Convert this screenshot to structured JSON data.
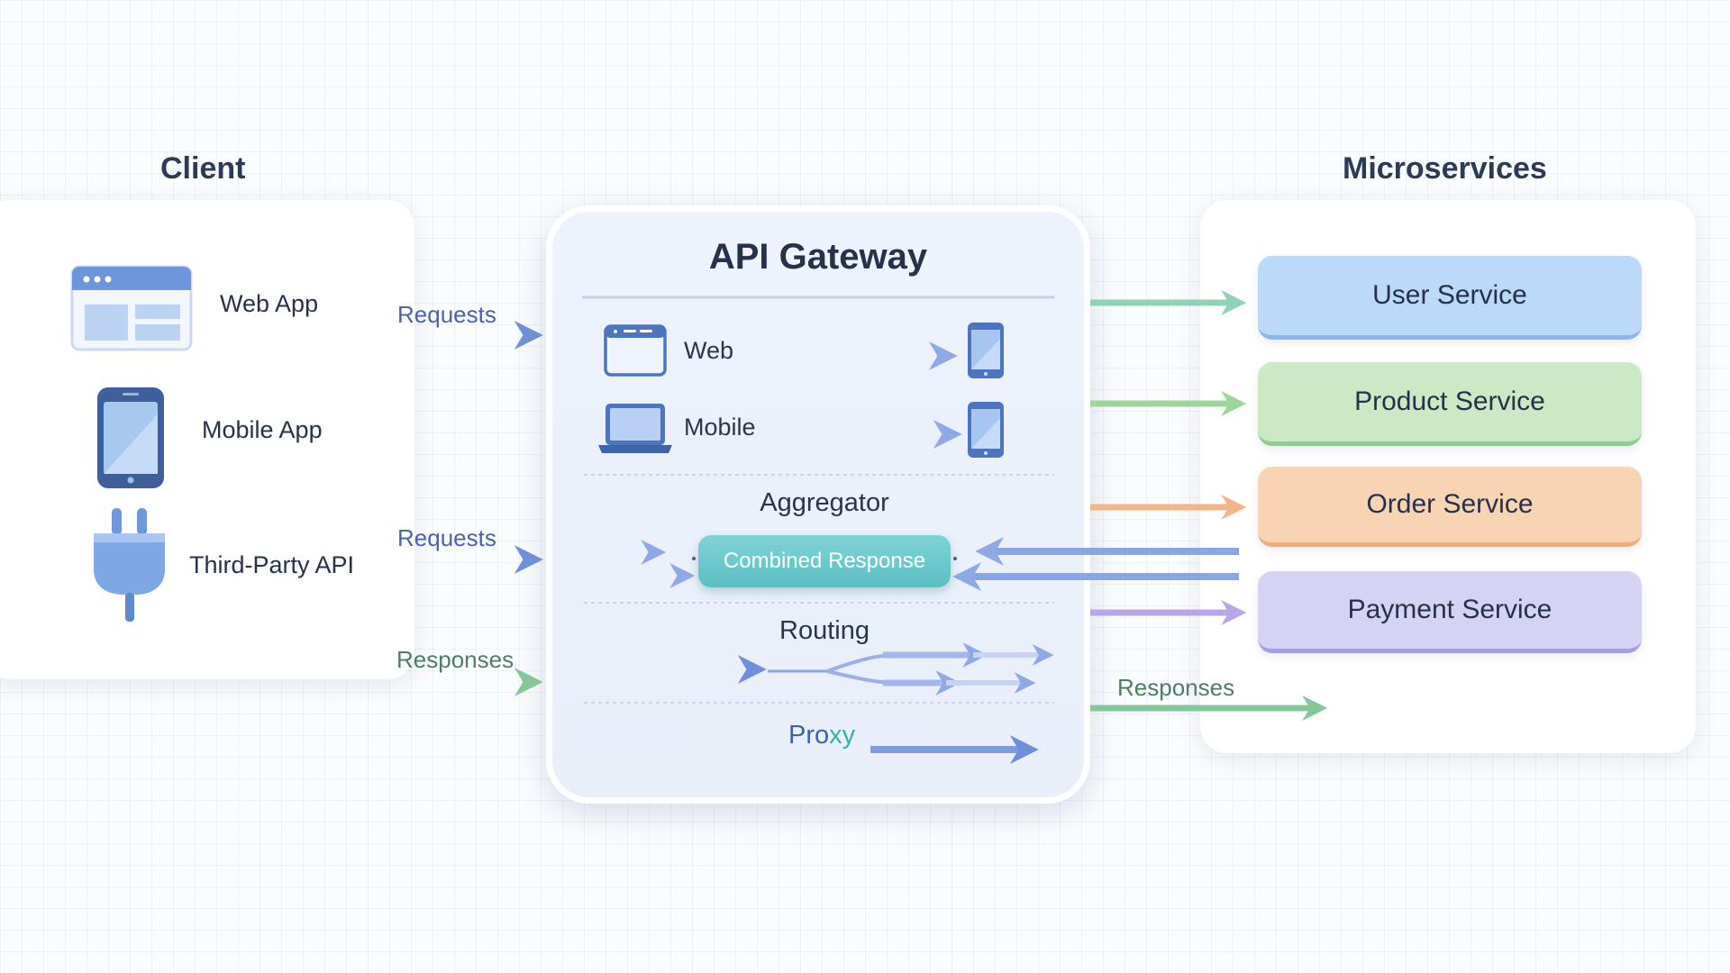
{
  "client": {
    "title": "Client",
    "items": [
      {
        "label": "Web App",
        "icon": "browser-window-icon"
      },
      {
        "label": "Mobile App",
        "icon": "mobile-phone-icon"
      },
      {
        "label": "Third-Party API",
        "icon": "plug-icon"
      }
    ],
    "flows": {
      "requests_top": "Requests",
      "requests_bottom": "Requests",
      "responses": "Responses"
    }
  },
  "gateway": {
    "title": "API Gateway",
    "channels": [
      {
        "label": "Web",
        "icon": "browser-window-icon"
      },
      {
        "label": "Mobile",
        "icon": "laptop-icon"
      }
    ],
    "aggregator": {
      "title": "Aggregator",
      "combined": "Combined Response"
    },
    "routing": {
      "title": "Routing"
    },
    "proxy": {
      "title_main": "Pro",
      "title_accent": "xy"
    }
  },
  "microservices": {
    "title": "Microservices",
    "services": [
      {
        "label": "User Service",
        "color": "#bcd9f7",
        "border": "#8fb6e6",
        "arrow": "#8fd3b6"
      },
      {
        "label": "Product Service",
        "color": "#cbe9c4",
        "border": "#8fcb93",
        "arrow": "#9ed59b"
      },
      {
        "label": "Order Service",
        "color": "#f9d4b4",
        "border": "#ecae80",
        "arrow": "#f1b58a"
      },
      {
        "label": "Payment Service",
        "color": "#d6d2f3",
        "border": "#a79ee0",
        "arrow": "#b7a6ea"
      }
    ],
    "responses": "Responses"
  }
}
